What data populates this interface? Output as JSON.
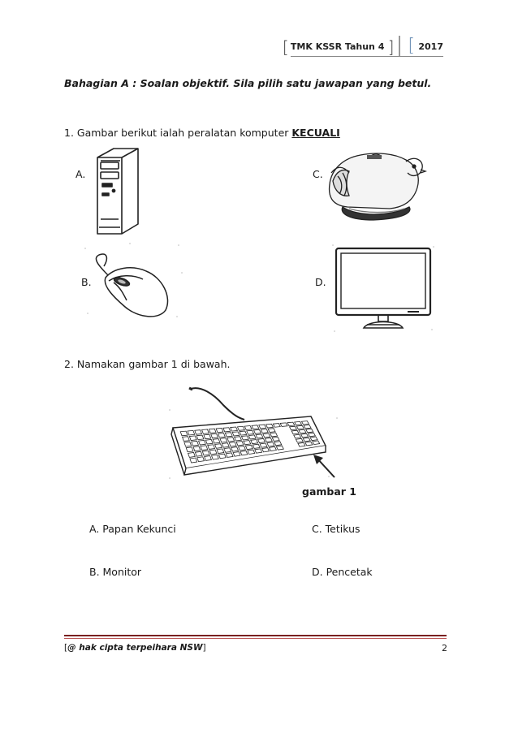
{
  "header": {
    "subject": "TMK KSSR Tahun 4",
    "year": "2017"
  },
  "section_heading": "Bahagian A : Soalan objektif. Sila pilih satu jawapan yang betul.",
  "question1": {
    "text_before": "1. Gambar berikut ialah peralatan komputer ",
    "keyword": "KECUALI",
    "options": [
      {
        "label": "A.",
        "icon": "system-unit-icon"
      },
      {
        "label": "B.",
        "icon": "mouse-icon"
      },
      {
        "label": "C.",
        "icon": "chicken-toy-icon"
      },
      {
        "label": "D.",
        "icon": "monitor-icon"
      }
    ]
  },
  "question2": {
    "text": "2. Namakan gambar 1 di bawah.",
    "caption": "gambar 1",
    "icon": "keyboard-icon",
    "answers": [
      {
        "text": "A. Papan Kekunci"
      },
      {
        "text": "B. Monitor"
      },
      {
        "text": "C. Tetikus"
      },
      {
        "text": "D. Pencetak"
      }
    ]
  },
  "footer": {
    "copyright": "@ hak cipta terpeihara NSW",
    "page_number": "2"
  },
  "colors": {
    "footer_rule": "#7a2020",
    "year_bracket": "#6b8fb5"
  }
}
